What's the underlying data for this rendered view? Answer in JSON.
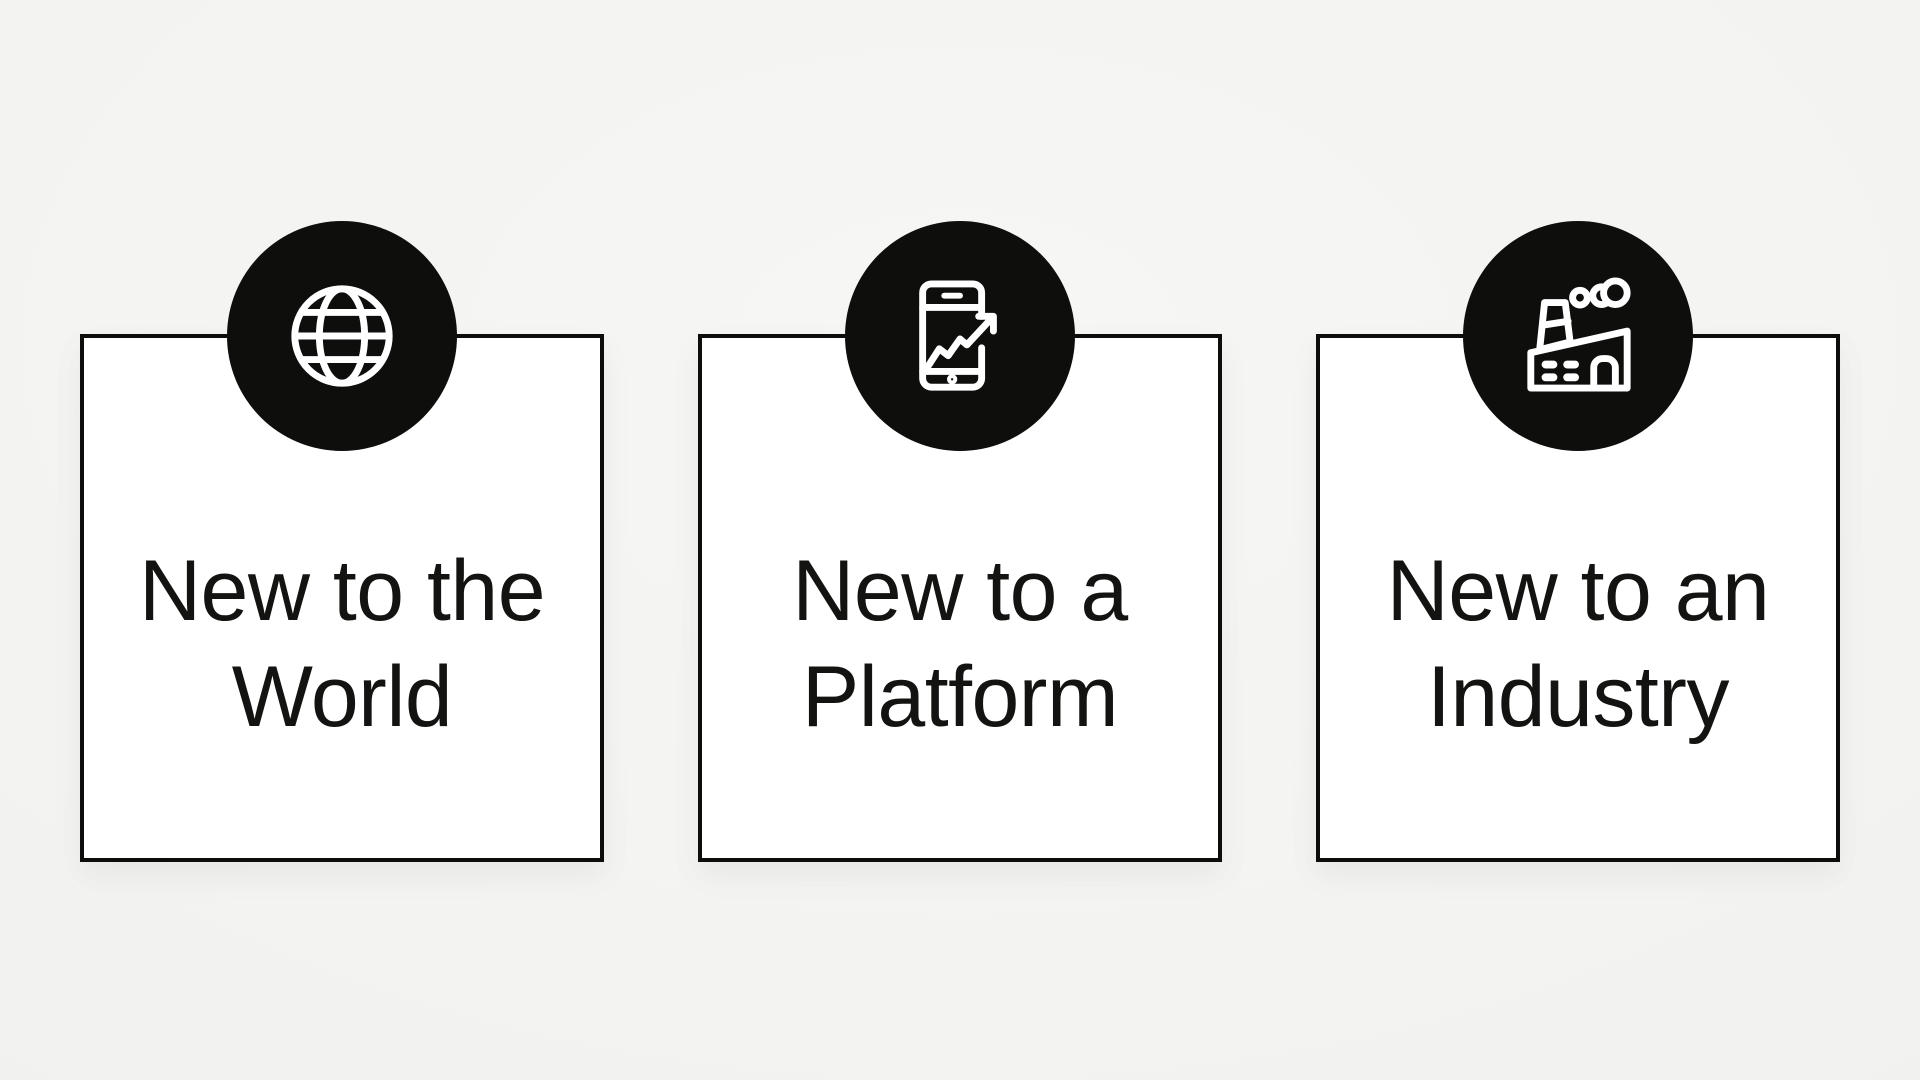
{
  "colors": {
    "bg": "#f2f2f0",
    "bg_light": "#f6f6f5",
    "bg_dark": "#ebebe9",
    "card_bg": "#ffffff",
    "card_border": "#0d0d0b",
    "badge_bg": "#0e0e0c",
    "icon_stroke": "#ffffff",
    "text": "#131311"
  },
  "cards": [
    {
      "icon": "globe-icon",
      "title": "New to the World",
      "title_lines": [
        "New to the",
        "World"
      ]
    },
    {
      "icon": "phone-growth-icon",
      "title": "New to a Platform",
      "title_lines": [
        "New to a",
        "Platform"
      ]
    },
    {
      "icon": "factory-icon",
      "title": "New to an Industry",
      "title_lines": [
        "New to an",
        "Industry"
      ]
    }
  ]
}
